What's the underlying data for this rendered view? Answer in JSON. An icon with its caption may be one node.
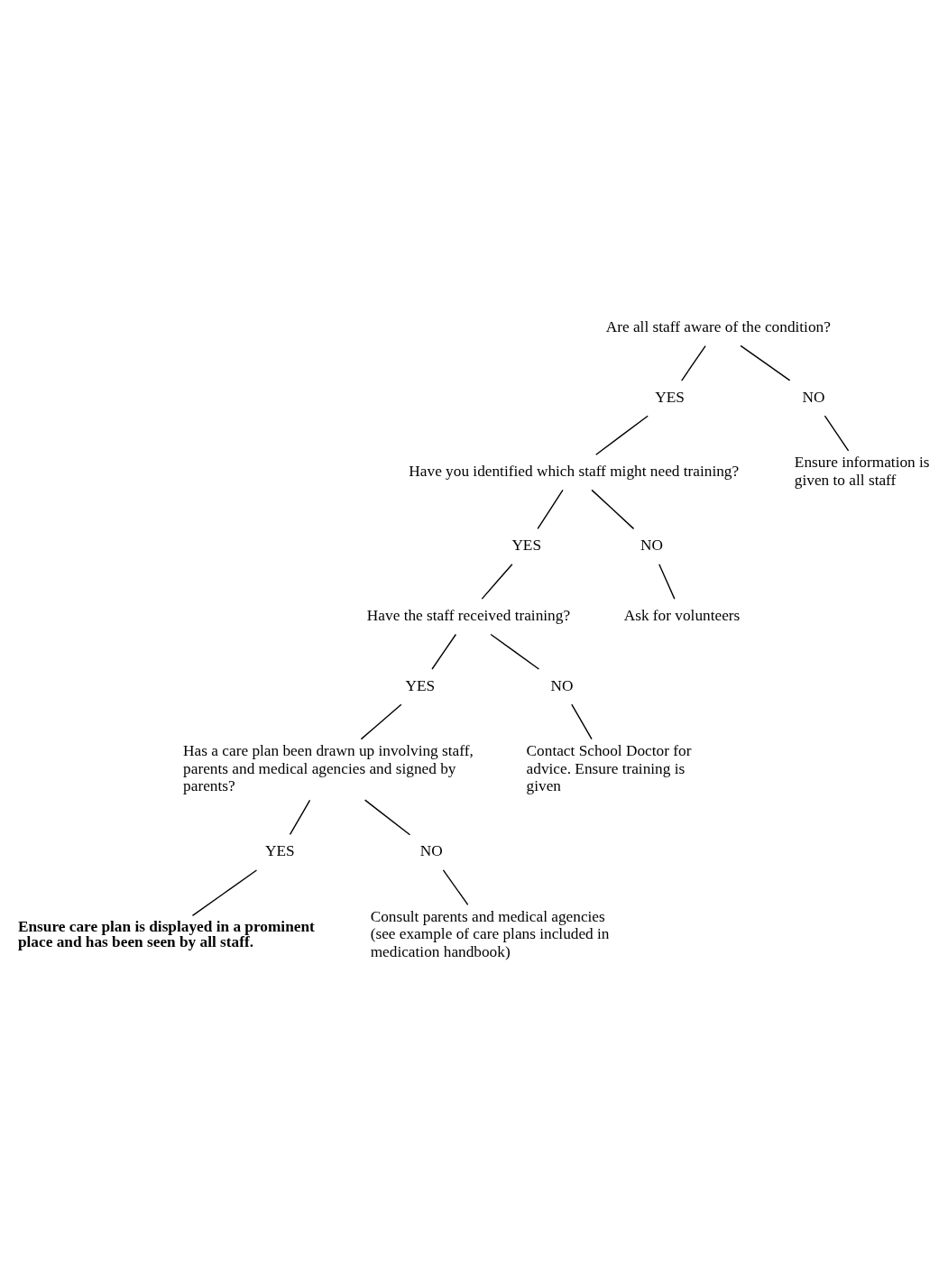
{
  "diagram": {
    "nodes": [
      {
        "text": [
          "Are all staff aware of the condition?"
        ]
      },
      {
        "text": [
          "YES"
        ]
      },
      {
        "text": [
          "NO"
        ]
      },
      {
        "text": [
          "Ensure information is given to all staff"
        ]
      },
      {
        "text": [
          "Have you identified which staff might need training?"
        ]
      },
      {
        "text": [
          "YES"
        ]
      },
      {
        "text": [
          "NO"
        ]
      },
      {
        "text": [
          "Ask for volunteers"
        ]
      },
      {
        "text": [
          "Have the staff received training?"
        ]
      },
      {
        "text": [
          "YES"
        ]
      },
      {
        "text": [
          "NO"
        ]
      },
      {
        "text": [
          "Contact School Doctor for advice. Ensure training is given"
        ]
      },
      {
        "text": [
          "Has a care plan been drawn up involving staff, parents and medical agencies and signed by parents?"
        ]
      },
      {
        "text": [
          "YES"
        ]
      },
      {
        "text": [
          "NO"
        ]
      },
      {
        "text": [
          "Consult parents and medical agencies (see example of care plans included in medication handbook)"
        ]
      },
      {
        "text": [
          "Ensure care plan is displayed in a prominent place and has been seen by all staff."
        ]
      }
    ],
    "edges": [
      {
        "from": 0,
        "to": 1,
        "arrow": "none"
      },
      {
        "from": 0,
        "to": 2,
        "arrow": "none"
      },
      {
        "from": 2,
        "to": 3,
        "arrow": "none"
      },
      {
        "from": 1,
        "to": 4,
        "arrow": "none"
      },
      {
        "from": 4,
        "to": 5,
        "arrow": "none"
      },
      {
        "from": 4,
        "to": 6,
        "arrow": "none"
      },
      {
        "from": 6,
        "to": 7,
        "arrow": "none"
      },
      {
        "from": 5,
        "to": 8,
        "arrow": "none"
      },
      {
        "from": 8,
        "to": 9,
        "arrow": "none"
      },
      {
        "from": 8,
        "to": 10,
        "arrow": "none"
      },
      {
        "from": 10,
        "to": 11,
        "arrow": "none"
      },
      {
        "from": 9,
        "to": 12,
        "arrow": "none"
      },
      {
        "from": 12,
        "to": 13,
        "arrow": "none"
      },
      {
        "from": 12,
        "to": 14,
        "arrow": "none"
      },
      {
        "from": 14,
        "to": 15,
        "arrow": "none"
      },
      {
        "from": 13,
        "to": 16,
        "arrow": "none"
      }
    ]
  }
}
